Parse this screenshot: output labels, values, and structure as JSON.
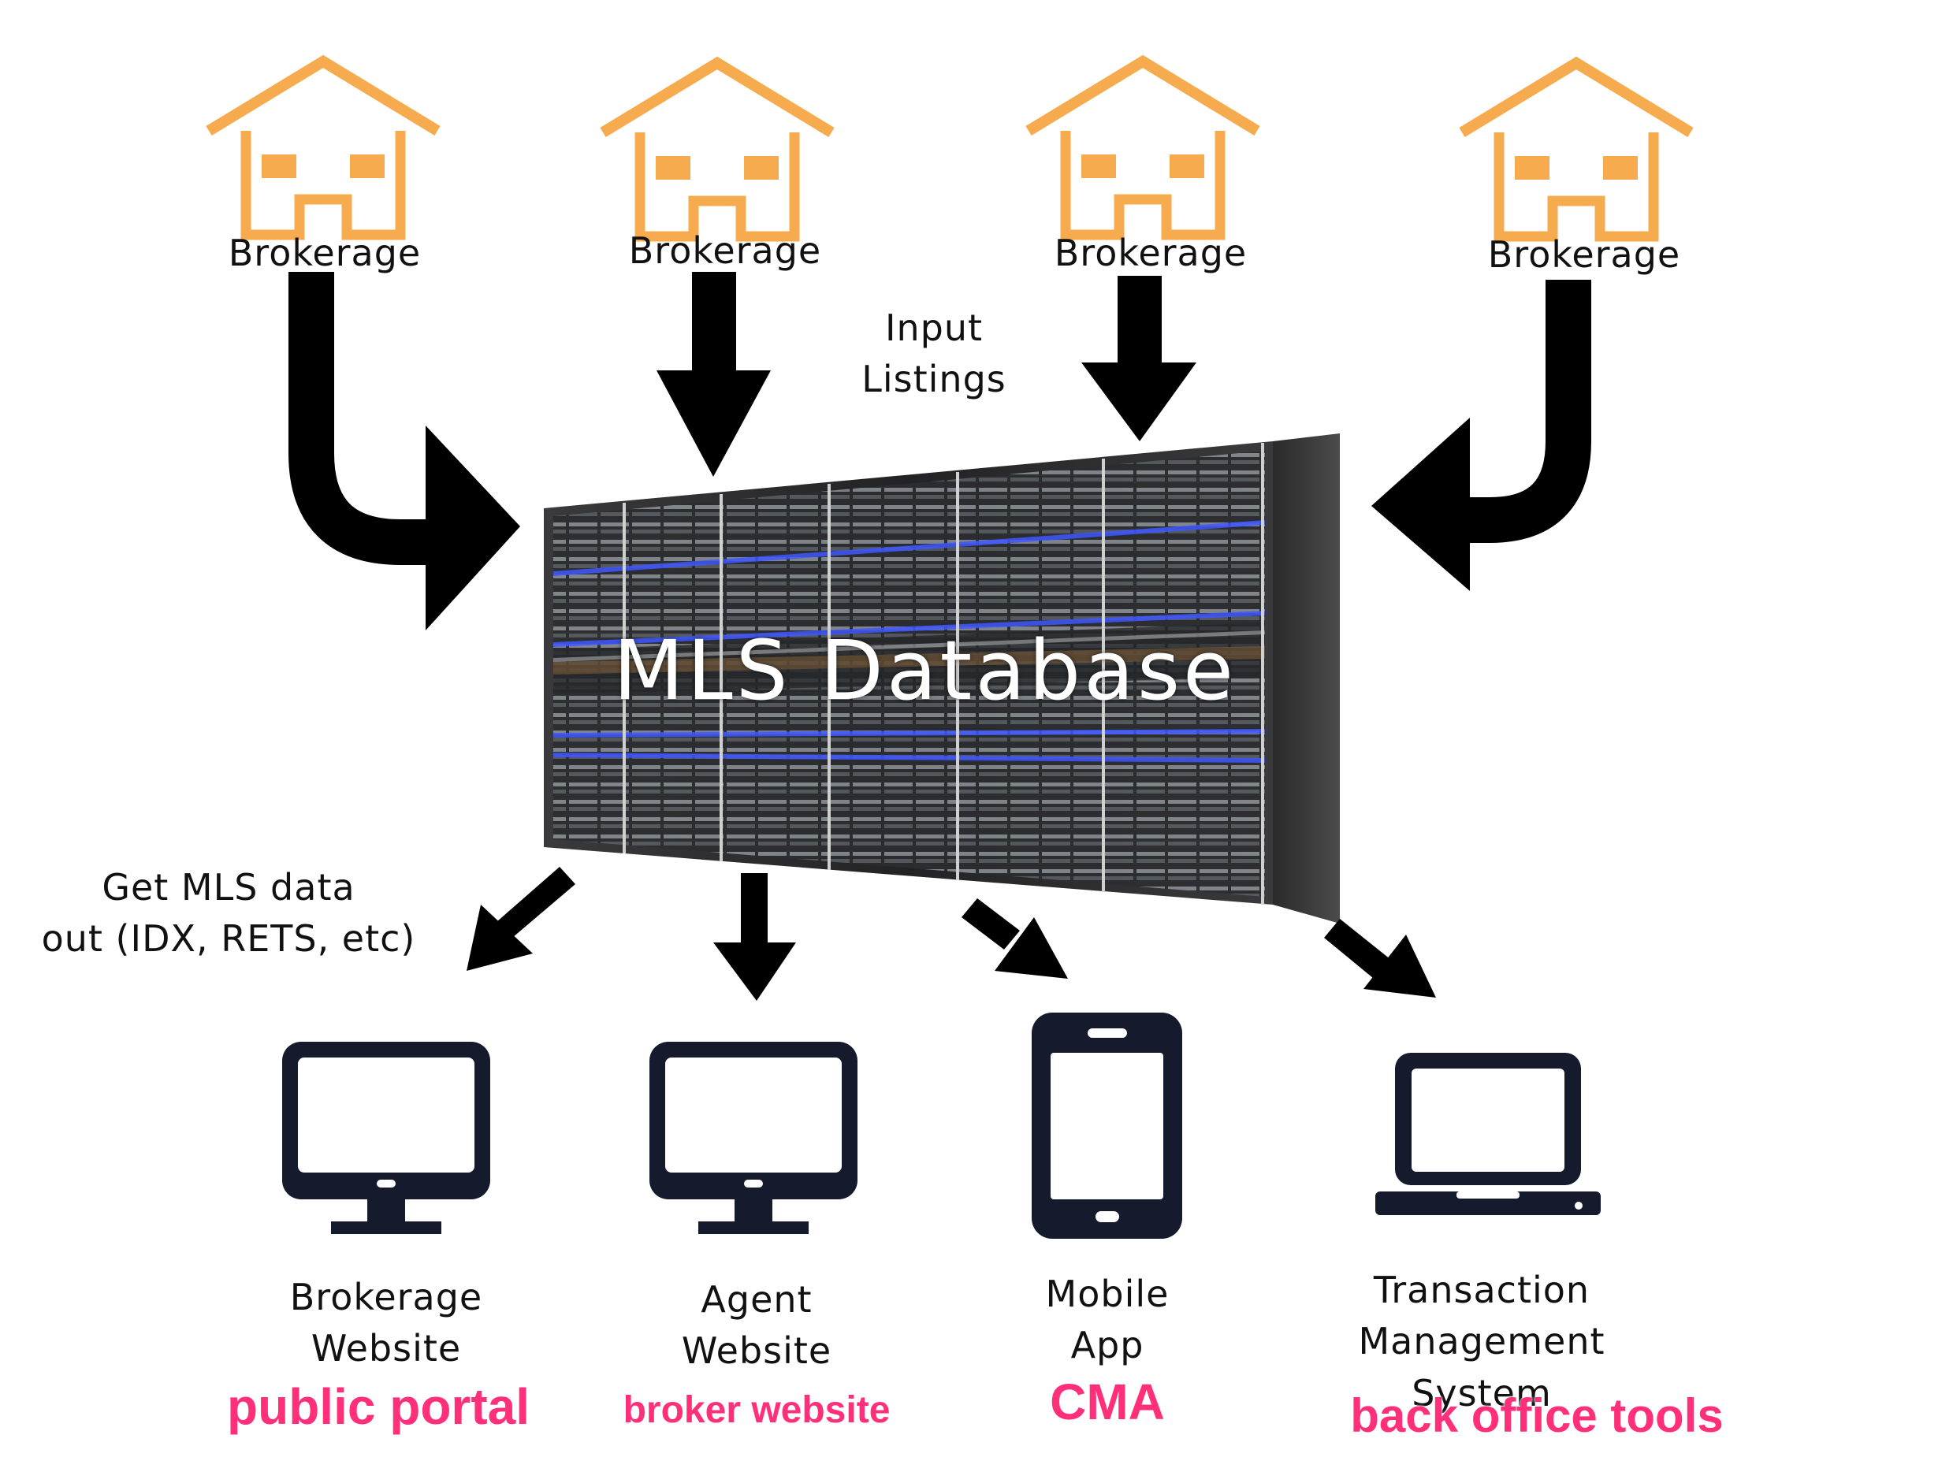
{
  "title": "MLS Database",
  "brokerages": [
    {
      "label": "Brokerage"
    },
    {
      "label": "Brokerage"
    },
    {
      "label": "Brokerage"
    },
    {
      "label": "Brokerage"
    }
  ],
  "input_label": "Input\nListings",
  "output_label": "Get MLS data\nout (IDX, RETS, etc)",
  "outputs": [
    {
      "label": "Brokerage\nWebsite",
      "tag": "public portal",
      "icon": "desktop-monitor-icon"
    },
    {
      "label": "Agent\nWebsite",
      "tag": "broker website",
      "icon": "desktop-monitor-icon"
    },
    {
      "label": "Mobile\nApp",
      "tag": "CMA",
      "icon": "mobile-phone-icon"
    },
    {
      "label": "Transaction\nManagement\nSystem",
      "tag": "back office tools",
      "icon": "laptop-icon"
    }
  ],
  "colors": {
    "house": "#f7ab4f",
    "arrow": "#000000",
    "device": "#151a2c",
    "tag": "#ff2f7a"
  }
}
